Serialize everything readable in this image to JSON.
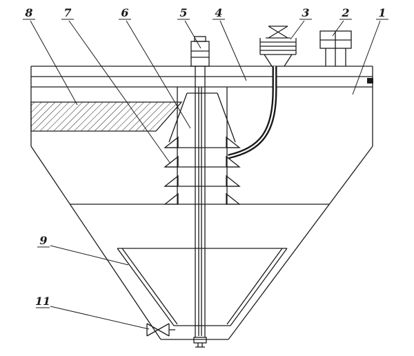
{
  "figure": {
    "kind": "engineering-cross-section-drawing",
    "callouts": [
      {
        "label": "1"
      },
      {
        "label": "2"
      },
      {
        "label": "3"
      },
      {
        "label": "4"
      },
      {
        "label": "5"
      },
      {
        "label": "6"
      },
      {
        "label": "7"
      },
      {
        "label": "8"
      },
      {
        "label": "9"
      },
      {
        "label": "11"
      }
    ]
  },
  "colors": {
    "line": "#1a1a1a",
    "background": "#ffffff"
  }
}
